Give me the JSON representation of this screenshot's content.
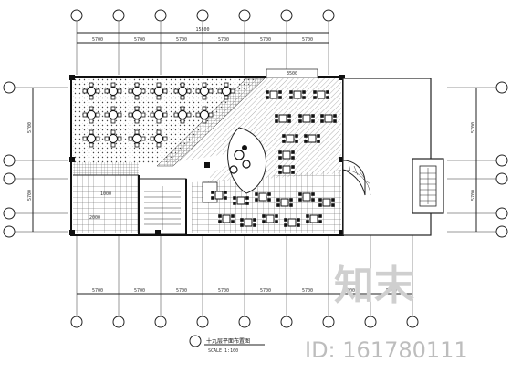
{
  "drawing": {
    "dim_label": "5700",
    "top_total_dim": "15800",
    "left_dim": "5700",
    "right_dim": "5700",
    "top_right_label": "3500",
    "room_label_left": "1000",
    "room_label_mid": "2000",
    "title": "十九层平面布置图",
    "scale": "SCALE 1:100"
  },
  "watermark": {
    "logo_text": "知末",
    "id_text": "ID: 161780111"
  }
}
